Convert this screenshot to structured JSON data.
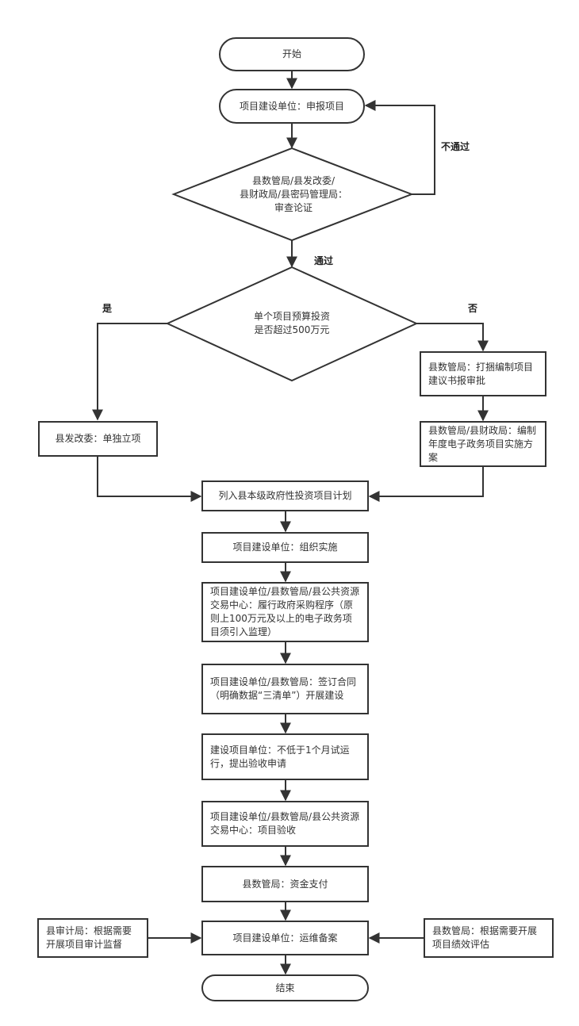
{
  "diagram": {
    "type": "flowchart",
    "colors": {
      "stroke": "#333333",
      "text": "#333333",
      "background": "#ffffff"
    },
    "nodes": {
      "start": "开始",
      "apply": "项目建设单位：申报项目",
      "review": "县数管局/县发改委/\n县财政局/县密码管理局：\n审查论证",
      "budget_check": "单个项目预算投资\n是否超过500万元",
      "ndrc_approve": "县发改委：单独立项",
      "bundle_proposal": "县数管局：打捆编制项目建议书报审批",
      "annual_plan": "县数管局/县财政局：编制年度电子政务项目实施方案",
      "investment_plan": "列入县本级政府性投资项目计划",
      "organize": "项目建设单位：组织实施",
      "procurement": "项目建设单位/县数管局/县公共资源交易中心：履行政府采购程序（原则上100万元及以上的电子政务项目须引入监理）",
      "contract": "项目建设单位/县数管局：签订合同（明确数据“三清单”）开展建设",
      "trial_run": "建设项目单位：不低于1个月试运行，提出验收申请",
      "acceptance": "项目建设单位/县数管局/县公共资源交易中心：项目验收",
      "payment": "县数管局：资金支付",
      "operation": "项目建设单位：运维备案",
      "audit": "县审计局：根据需要开展项目审计监督",
      "evaluation": "县数管局：根据需要开展项目绩效评估",
      "end": "结束"
    },
    "edge_labels": {
      "rejected": "不通过",
      "passed": "通过",
      "yes": "是",
      "no": "否"
    }
  }
}
